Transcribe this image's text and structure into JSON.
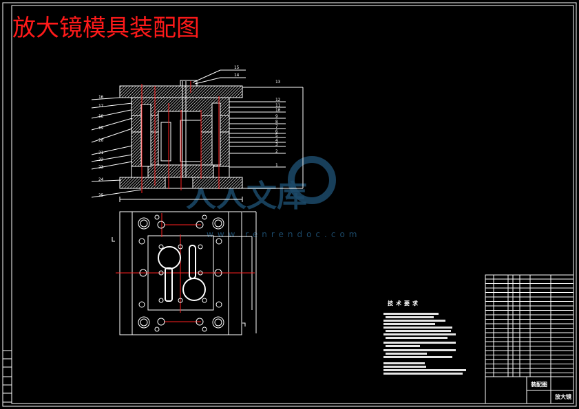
{
  "title": "放大镜模具装配图",
  "watermark": {
    "brand": "人人文库",
    "url": "www.renrendoc.com"
  },
  "section_view": {
    "left_labels": [
      "16",
      "17",
      "18",
      "19",
      "20",
      "21",
      "22",
      "23",
      "24",
      "25"
    ],
    "right_labels": [
      "15",
      "14",
      "13",
      "12",
      "11",
      "10",
      "9",
      "8",
      "7",
      "6",
      "5",
      "4",
      "3",
      "2",
      "1"
    ]
  },
  "tech_requirements": {
    "heading": "技术要求"
  },
  "title_block": {
    "drawing_name": "装配图",
    "part_name": "放大镜"
  },
  "colors": {
    "background": "#000000",
    "lines": "#ffffff",
    "centerlines": "#ff2020",
    "title": "#ff1a1a",
    "watermark": "#1c4a6a"
  }
}
